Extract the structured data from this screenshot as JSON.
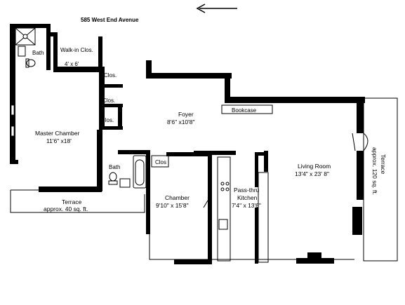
{
  "address": "585 West End Avenue",
  "rooms": {
    "master_bath": {
      "name": "Bath"
    },
    "walk_in_closet": {
      "name": "Walk-in Clos.",
      "dims": "4' x 6'"
    },
    "closet_1": {
      "name": "Clos."
    },
    "closet_2": {
      "name": "Clos."
    },
    "closet_3": {
      "name": "Clos."
    },
    "foyer": {
      "name": "Foyer",
      "dims": "8'6\" x10'8\""
    },
    "bookcase": {
      "name": "Bookcase"
    },
    "master_chamber": {
      "name": "Master Chamber",
      "dims": "11'6\" x18'"
    },
    "bath": {
      "name": "Bath"
    },
    "hall_closet": {
      "name": "Clos"
    },
    "chamber": {
      "name": "Chamber",
      "dims": "9'10\" x 15'8\""
    },
    "kitchen": {
      "name_line1": "Pass-thru",
      "name_line2": "Kitchen",
      "dims": "7'4\" x 13'6\""
    },
    "living_room": {
      "name": "Living Room",
      "dims": "13'4\" x 23' 8\""
    },
    "terrace_west": {
      "name": "Terrace",
      "area": "approx. 40 sq. ft."
    },
    "terrace_east": {
      "name": "Terrace",
      "area": "approx. 120 sq. ft."
    }
  },
  "north_arrow": {
    "direction": "west-pointing-arrow"
  }
}
